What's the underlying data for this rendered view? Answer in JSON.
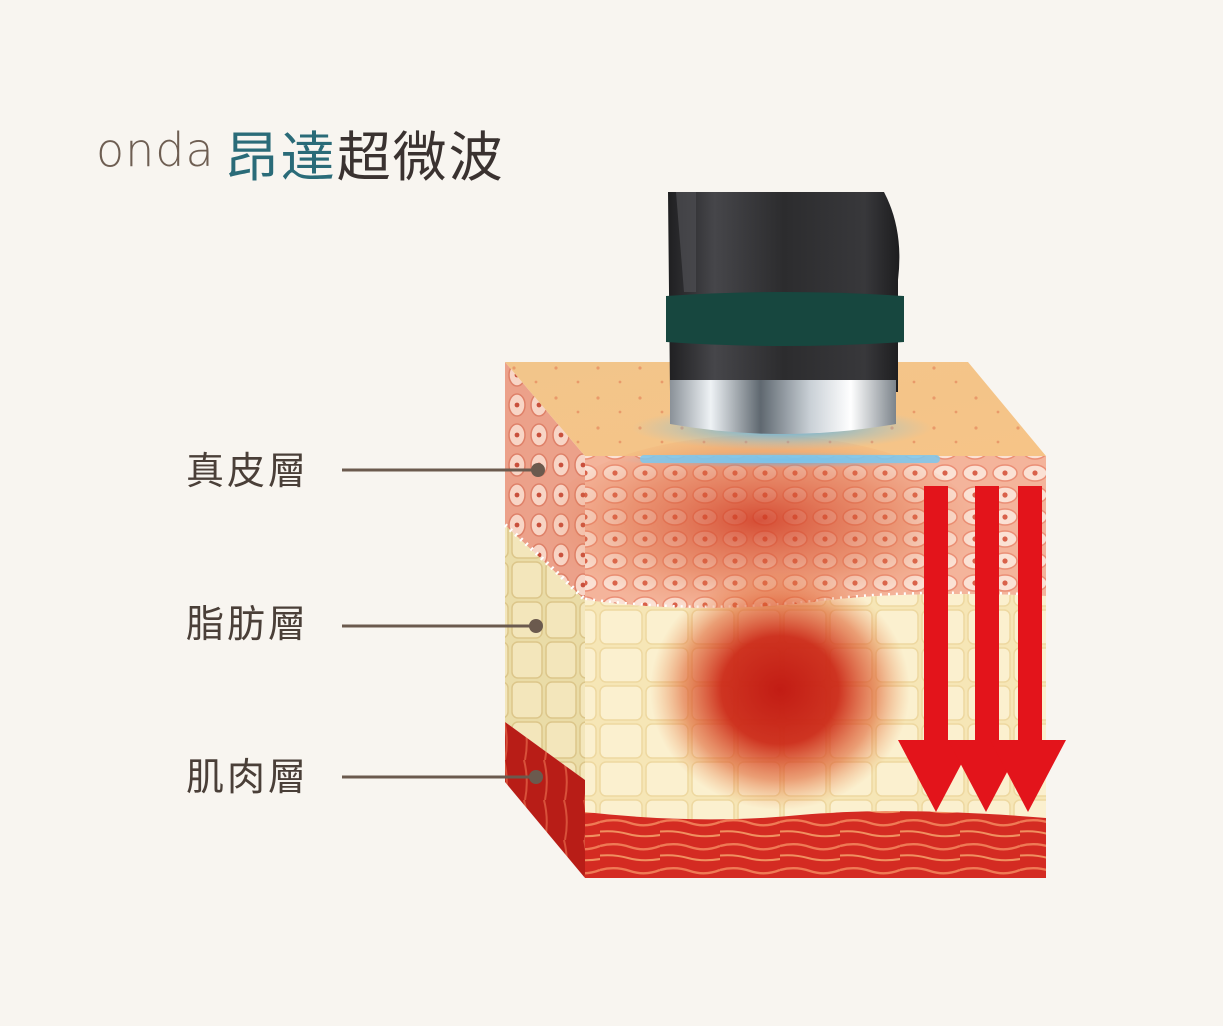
{
  "title": {
    "brand_latin": "onda",
    "brand_cn": "昂達",
    "product_cn": "超微波"
  },
  "layers": [
    {
      "label": "真皮層"
    },
    {
      "label": "脂肪層"
    },
    {
      "label": "肌肉層"
    }
  ],
  "colors": {
    "background": "#f8f5f0",
    "brand_teal": "#2a6b78",
    "label_text": "#4a3f38",
    "leader_line": "#6b5a4e",
    "arrow_red": "#e3141b",
    "heat_red": "#c8261b",
    "device_body": "#2c2c2e",
    "device_band": "#16463f",
    "cooling_blue": "#5fb8ea"
  }
}
